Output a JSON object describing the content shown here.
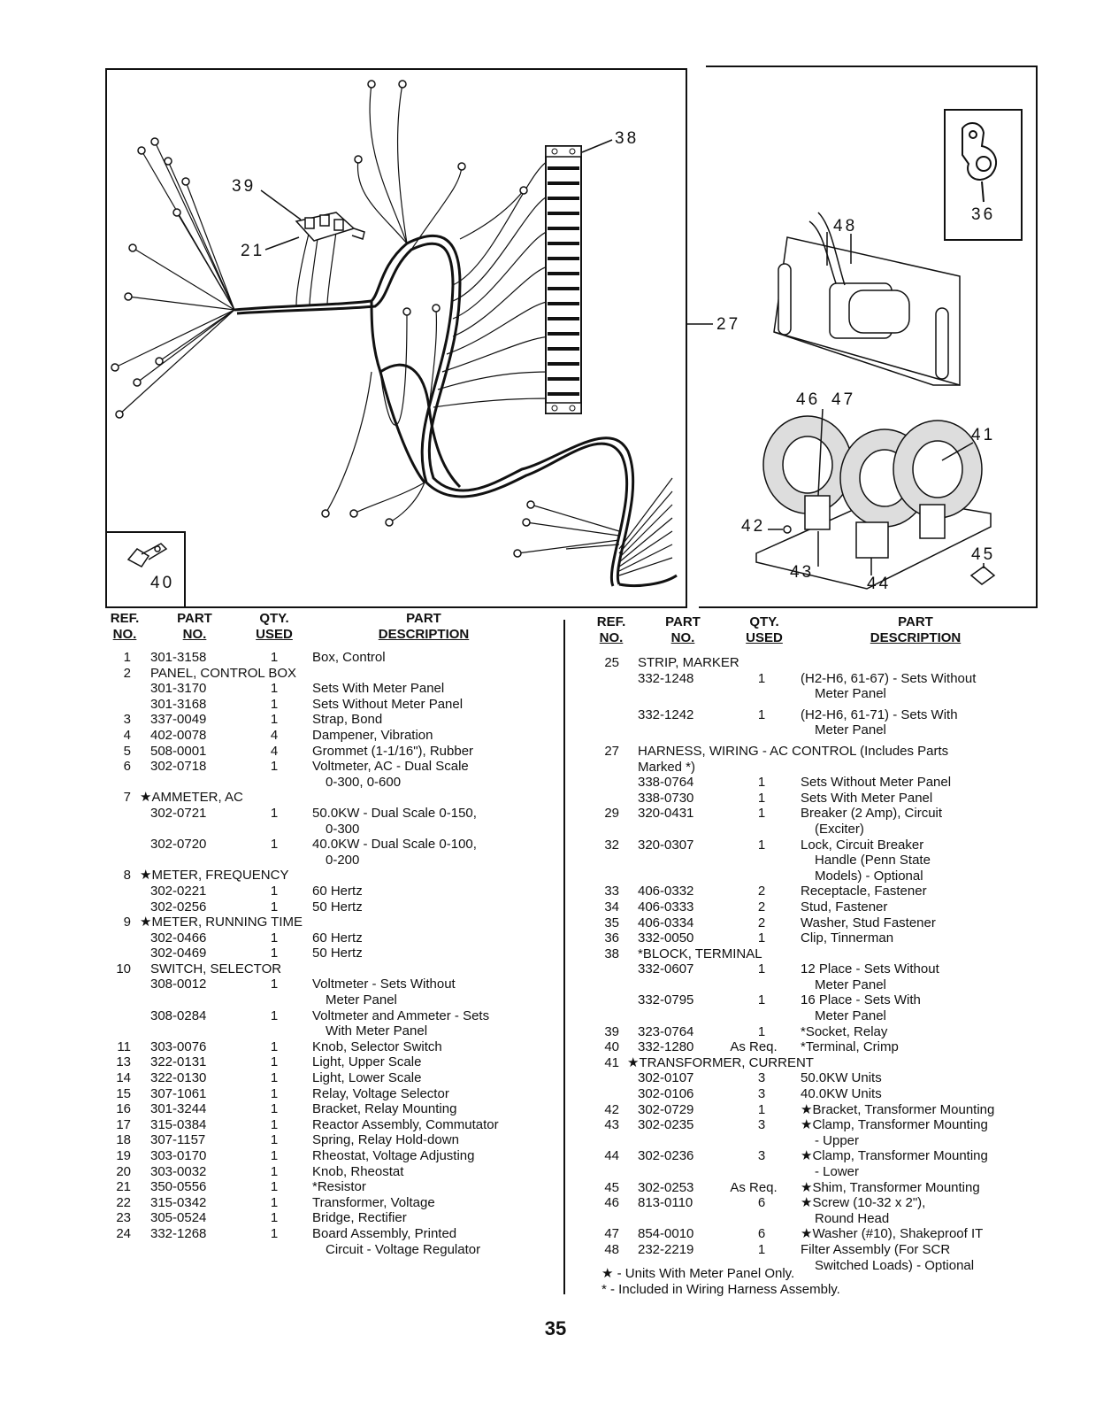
{
  "diagram": {
    "callouts": {
      "c38": "38",
      "c39": "39",
      "c21": "21",
      "c27": "27",
      "c40": "40",
      "c36": "36",
      "c48": "48",
      "c46": "46",
      "c47": "47",
      "c41": "41",
      "c42": "42",
      "c43": "43",
      "c44": "44",
      "c45": "45"
    }
  },
  "headers": {
    "ref": [
      "REF.",
      "NO."
    ],
    "part": [
      "PART",
      "NO."
    ],
    "qty": [
      "QTY.",
      "USED"
    ],
    "desc": [
      "PART",
      "DESCRIPTION"
    ]
  },
  "left_rows": [
    {
      "ref": "1",
      "part": "301-3158",
      "qty": "1",
      "desc": "Box, Control"
    },
    {
      "ref": "2",
      "part": "PANEL, CONTROL BOX",
      "qty": "",
      "desc": "",
      "heading": true
    },
    {
      "ref": "",
      "part": "301-3170",
      "qty": "1",
      "desc": "Sets With Meter Panel"
    },
    {
      "ref": "",
      "part": "301-3168",
      "qty": "1",
      "desc": "Sets Without Meter Panel"
    },
    {
      "ref": "3",
      "part": "337-0049",
      "qty": "1",
      "desc": "Strap, Bond"
    },
    {
      "ref": "4",
      "part": "402-0078",
      "qty": "4",
      "desc": "Dampener, Vibration"
    },
    {
      "ref": "5",
      "part": "508-0001",
      "qty": "4",
      "desc": "Grommet (1-1/16\"), Rubber"
    },
    {
      "ref": "6",
      "part": "302-0718",
      "qty": "1",
      "desc": "Voltmeter, AC - Dual Scale"
    },
    {
      "ref": "",
      "part": "",
      "qty": "",
      "desc": "0-300, 0-600",
      "indent": true
    },
    {
      "ref": "7",
      "part": "★AMMETER, AC",
      "qty": "",
      "desc": "",
      "heading": true,
      "star": true
    },
    {
      "ref": "",
      "part": "302-0721",
      "qty": "1",
      "desc": "50.0KW - Dual Scale 0-150,"
    },
    {
      "ref": "",
      "part": "",
      "qty": "",
      "desc": "0-300",
      "indent": true
    },
    {
      "ref": "",
      "part": "302-0720",
      "qty": "1",
      "desc": "40.0KW - Dual Scale 0-100,"
    },
    {
      "ref": "",
      "part": "",
      "qty": "",
      "desc": "0-200",
      "indent": true
    },
    {
      "ref": "8",
      "part": "★METER, FREQUENCY",
      "qty": "",
      "desc": "",
      "heading": true,
      "star": true
    },
    {
      "ref": "",
      "part": "302-0221",
      "qty": "1",
      "desc": "60 Hertz"
    },
    {
      "ref": "",
      "part": "302-0256",
      "qty": "1",
      "desc": "50 Hertz"
    },
    {
      "ref": "9",
      "part": "★METER, RUNNING TIME",
      "qty": "",
      "desc": "",
      "heading": true,
      "star": true
    },
    {
      "ref": "",
      "part": "302-0466",
      "qty": "1",
      "desc": "60 Hertz"
    },
    {
      "ref": "",
      "part": "302-0469",
      "qty": "1",
      "desc": "50 Hertz"
    },
    {
      "ref": "10",
      "part": "SWITCH, SELECTOR",
      "qty": "",
      "desc": "",
      "heading": true
    },
    {
      "ref": "",
      "part": "308-0012",
      "qty": "1",
      "desc": "Voltmeter - Sets Without"
    },
    {
      "ref": "",
      "part": "",
      "qty": "",
      "desc": "Meter Panel",
      "indent": true
    },
    {
      "ref": "",
      "part": "308-0284",
      "qty": "1",
      "desc": "Voltmeter and Ammeter - Sets"
    },
    {
      "ref": "",
      "part": "",
      "qty": "",
      "desc": "With Meter Panel",
      "indent": true
    },
    {
      "ref": "11",
      "part": "303-0076",
      "qty": "1",
      "desc": "Knob, Selector Switch"
    },
    {
      "ref": "13",
      "part": "322-0131",
      "qty": "1",
      "desc": "Light, Upper Scale"
    },
    {
      "ref": "14",
      "part": "322-0130",
      "qty": "1",
      "desc": "Light, Lower Scale"
    },
    {
      "ref": "15",
      "part": "307-1061",
      "qty": "1",
      "desc": "Relay, Voltage Selector"
    },
    {
      "ref": "16",
      "part": "301-3244",
      "qty": "1",
      "desc": "Bracket, Relay Mounting"
    },
    {
      "ref": "17",
      "part": "315-0384",
      "qty": "1",
      "desc": "Reactor Assembly, Commutator"
    },
    {
      "ref": "18",
      "part": "307-1157",
      "qty": "1",
      "desc": "Spring, Relay Hold-down"
    },
    {
      "ref": "19",
      "part": "303-0170",
      "qty": "1",
      "desc": "Rheostat, Voltage Adjusting"
    },
    {
      "ref": "20",
      "part": "303-0032",
      "qty": "1",
      "desc": "Knob, Rheostat"
    },
    {
      "ref": "21",
      "part": "350-0556",
      "qty": "1",
      "desc": "*Resistor"
    },
    {
      "ref": "22",
      "part": "315-0342",
      "qty": "1",
      "desc": "Transformer, Voltage"
    },
    {
      "ref": "23",
      "part": "305-0524",
      "qty": "1",
      "desc": "Bridge, Rectifier"
    },
    {
      "ref": "24",
      "part": "332-1268",
      "qty": "1",
      "desc": "Board Assembly, Printed"
    },
    {
      "ref": "",
      "part": "",
      "qty": "",
      "desc": "Circuit - Voltage Regulator",
      "indent": true
    }
  ],
  "right_rows": [
    {
      "ref": "25",
      "part": "STRIP, MARKER",
      "qty": "",
      "desc": "",
      "heading": true
    },
    {
      "ref": "",
      "part": "332-1248",
      "qty": "1",
      "desc": "(H2-H6, 61-67) - Sets Without"
    },
    {
      "ref": "",
      "part": "",
      "qty": "",
      "desc": "Meter Panel",
      "indent": true
    },
    {
      "ref": "",
      "part": "332-1242",
      "qty": "1",
      "desc": "(H2-H6, 61-71) - Sets With",
      "gap": true
    },
    {
      "ref": "",
      "part": "",
      "qty": "",
      "desc": "Meter Panel",
      "indent": true
    },
    {
      "ref": "27",
      "part": "HARNESS, WIRING - AC CONTROL (Includes Parts",
      "qty": "",
      "desc": "",
      "heading": true,
      "gap": true
    },
    {
      "ref": "",
      "part": "Marked *)",
      "qty": "",
      "desc": "",
      "heading": true
    },
    {
      "ref": "",
      "part": "338-0764",
      "qty": "1",
      "desc": "Sets Without Meter Panel"
    },
    {
      "ref": "",
      "part": "338-0730",
      "qty": "1",
      "desc": "Sets With Meter Panel"
    },
    {
      "ref": "29",
      "part": "320-0431",
      "qty": "1",
      "desc": "Breaker (2 Amp), Circuit"
    },
    {
      "ref": "",
      "part": "",
      "qty": "",
      "desc": "(Exciter)",
      "indent": true
    },
    {
      "ref": "32",
      "part": "320-0307",
      "qty": "1",
      "desc": "Lock, Circuit Breaker"
    },
    {
      "ref": "",
      "part": "",
      "qty": "",
      "desc": "Handle (Penn State",
      "indent": true
    },
    {
      "ref": "",
      "part": "",
      "qty": "",
      "desc": "Models) - Optional",
      "indent": true
    },
    {
      "ref": "33",
      "part": "406-0332",
      "qty": "2",
      "desc": "Receptacle, Fastener"
    },
    {
      "ref": "34",
      "part": "406-0333",
      "qty": "2",
      "desc": "Stud, Fastener"
    },
    {
      "ref": "35",
      "part": "406-0334",
      "qty": "2",
      "desc": "Washer, Stud Fastener"
    },
    {
      "ref": "36",
      "part": "332-0050",
      "qty": "1",
      "desc": "Clip, Tinnerman"
    },
    {
      "ref": "38",
      "part": "*BLOCK, TERMINAL",
      "qty": "",
      "desc": "",
      "heading": true
    },
    {
      "ref": "",
      "part": "332-0607",
      "qty": "1",
      "desc": "12 Place - Sets Without"
    },
    {
      "ref": "",
      "part": "",
      "qty": "",
      "desc": "Meter Panel",
      "indent": true
    },
    {
      "ref": "",
      "part": "332-0795",
      "qty": "1",
      "desc": "16 Place - Sets With"
    },
    {
      "ref": "",
      "part": "",
      "qty": "",
      "desc": "Meter Panel",
      "indent": true
    },
    {
      "ref": "39",
      "part": "323-0764",
      "qty": "1",
      "desc": "*Socket, Relay"
    },
    {
      "ref": "40",
      "part": "332-1280",
      "qty": "As Req.",
      "desc": "*Terminal, Crimp"
    },
    {
      "ref": "41",
      "part": "★TRANSFORMER, CURRENT",
      "qty": "",
      "desc": "",
      "heading": true,
      "star": true
    },
    {
      "ref": "",
      "part": "302-0107",
      "qty": "3",
      "desc": "50.0KW Units"
    },
    {
      "ref": "",
      "part": "302-0106",
      "qty": "3",
      "desc": "40.0KW Units"
    },
    {
      "ref": "42",
      "part": "302-0729",
      "qty": "1",
      "desc": "★Bracket, Transformer Mounting"
    },
    {
      "ref": "43",
      "part": "302-0235",
      "qty": "3",
      "desc": "★Clamp, Transformer Mounting"
    },
    {
      "ref": "",
      "part": "",
      "qty": "",
      "desc": "- Upper",
      "indent": true
    },
    {
      "ref": "44",
      "part": "302-0236",
      "qty": "3",
      "desc": "★Clamp, Transformer Mounting"
    },
    {
      "ref": "",
      "part": "",
      "qty": "",
      "desc": "- Lower",
      "indent": true
    },
    {
      "ref": "45",
      "part": "302-0253",
      "qty": "As Req.",
      "desc": "★Shim, Transformer Mounting"
    },
    {
      "ref": "46",
      "part": "813-0110",
      "qty": "6",
      "desc": "★Screw (10-32 x 2\"),"
    },
    {
      "ref": "",
      "part": "",
      "qty": "",
      "desc": "Round Head",
      "indent": true
    },
    {
      "ref": "47",
      "part": "854-0010",
      "qty": "6",
      "desc": "★Washer (#10), Shakeproof IT"
    },
    {
      "ref": "48",
      "part": "232-2219",
      "qty": "1",
      "desc": "Filter Assembly (For SCR"
    },
    {
      "ref": "",
      "part": "",
      "qty": "",
      "desc": "Switched Loads) - Optional",
      "indent": true
    }
  ],
  "legend": [
    "★ - Units With Meter Panel Only.",
    "* - Included in Wiring Harness Assembly."
  ],
  "page_number": "35"
}
